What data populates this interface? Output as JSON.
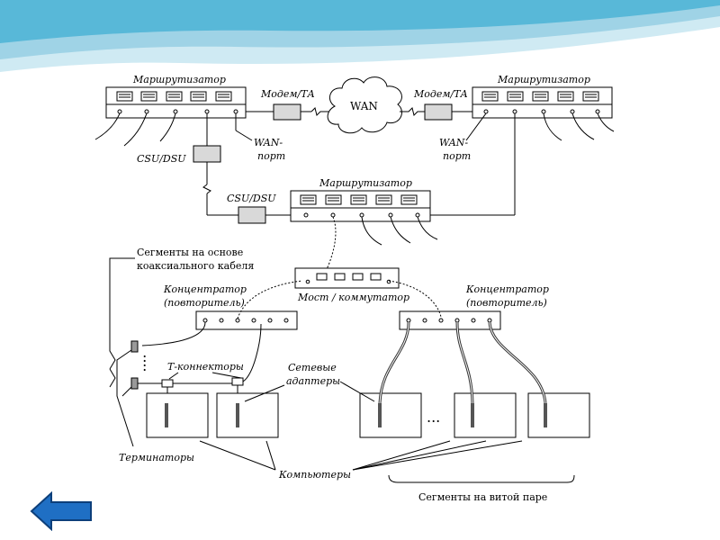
{
  "colors": {
    "wave_light": "#cfeaf3",
    "wave_mid": "#9fd3e6",
    "wave_dark": "#58b8d8",
    "back_arrow": "#1f6fc4",
    "back_arrow_edge": "#0d3f7a",
    "line": "#000000",
    "device_fill": "#ffffff",
    "modem_fill": "#d9d9d9"
  },
  "diagram": {
    "router_top_left": "Маршрутизатор",
    "router_top_right": "Маршрутизатор",
    "router_center": "Маршрутизатор",
    "modem_left": "Модем/ТА",
    "modem_right": "Модем/ТА",
    "wan_cloud": "WAN",
    "wan_port_left_1": "WAN-",
    "wan_port_left_2": "порт",
    "wan_port_right_1": "WAN-",
    "wan_port_right_2": "порт",
    "csu_dsu_left": "CSU/DSU",
    "csu_dsu_center": "CSU/DSU",
    "coax_segments_1": "Сегменты на основе",
    "coax_segments_2": "коаксиального кабеля",
    "bridge_switch": "Мост / коммутатор",
    "hub_left_1": "Концентратор",
    "hub_left_2": "(повторитель)",
    "hub_right_1": "Концентратор",
    "hub_right_2": "(повторитель)",
    "t_connectors": "Т-коннекторы",
    "network_adapters_1": "Сетевые",
    "network_adapters_2": "адаптеры",
    "terminators": "Терминаторы",
    "computers": "Компьютеры",
    "twisted_pair_segments": "Сегменты на витой паре",
    "dots_vertical": ":",
    "dots_horizontal": "..."
  },
  "navigation": {
    "back_icon": "left-arrow-icon"
  }
}
